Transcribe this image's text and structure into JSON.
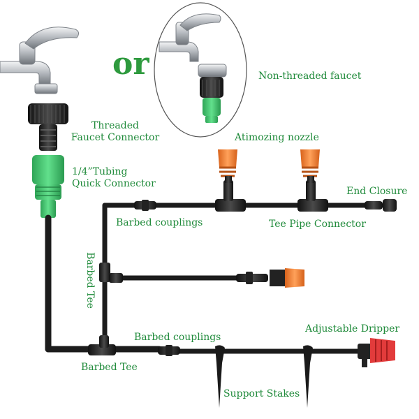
{
  "alternative_word": "or",
  "labels": {
    "non_threaded_faucet": "Non-threaded faucet",
    "threaded_connector_line1": "Threaded",
    "threaded_connector_line2": "Faucet Connector",
    "atomizing_nozzle": "Atimozing nozzle",
    "quick_connector_line1": "1/4”Tubing",
    "quick_connector_line2": "Quick Connector",
    "end_closure": "End Closure",
    "barbed_couplings_top": "Barbed couplings",
    "tee_pipe_connector": "Tee Pipe Connector",
    "barbed_tee_vertical": "Barbed Tee",
    "barbed_couplings_bottom": "Barbed couplings",
    "adjustable_dripper": "Adjustable Dripper",
    "barbed_tee_bottom": "Barbed Tee",
    "support_stakes": "Support Stakes"
  },
  "colors": {
    "label_green": "#1f8a3a",
    "tubing": "#1c1c1c",
    "connector_green": "#3cc46a",
    "nozzle_orange": "#ee7a2a",
    "dripper_red": "#e23b3b",
    "chrome": "#c9ccd0"
  }
}
